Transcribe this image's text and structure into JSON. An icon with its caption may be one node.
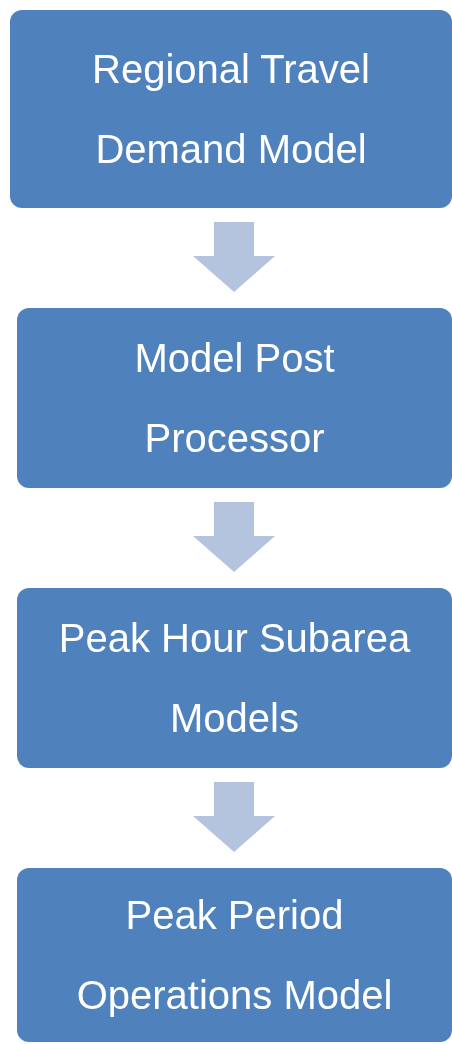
{
  "diagram": {
    "nodes": [
      {
        "text": [
          "Regional Travel Demand Model"
        ]
      },
      {
        "text": [
          "Model Post Processor"
        ]
      },
      {
        "text": [
          "Peak Hour Subarea Models"
        ]
      },
      {
        "text": [
          "Peak Period Operations Model"
        ]
      }
    ],
    "edges": [
      {
        "from": 0,
        "to": 1,
        "arrow": "to"
      },
      {
        "from": 1,
        "to": 2,
        "arrow": "to"
      },
      {
        "from": 2,
        "to": 3,
        "arrow": "to"
      }
    ]
  }
}
